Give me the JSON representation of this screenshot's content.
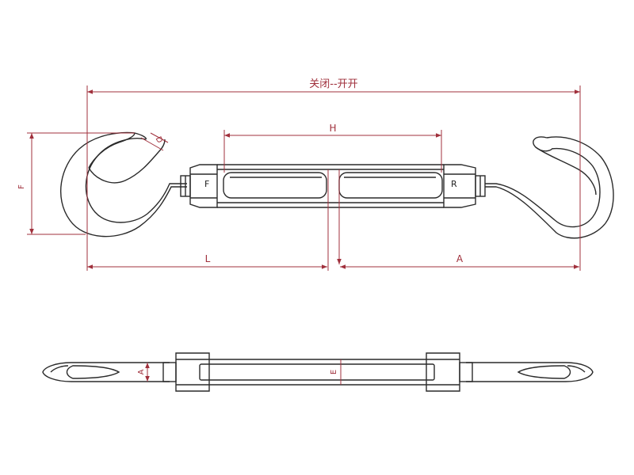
{
  "labels": {
    "overall_length": "关闭--开开",
    "body_length": "H",
    "hook_opening": "D",
    "hook_height": "F",
    "left_length": "L",
    "right_length": "A",
    "left_thread_mark": "F",
    "right_thread_mark": "R",
    "side_dim_left": "A",
    "side_dim_center": "E"
  },
  "colors": {
    "dimension_line": "#a0303c",
    "outline": "#2a2a2a",
    "background": "#ffffff"
  }
}
